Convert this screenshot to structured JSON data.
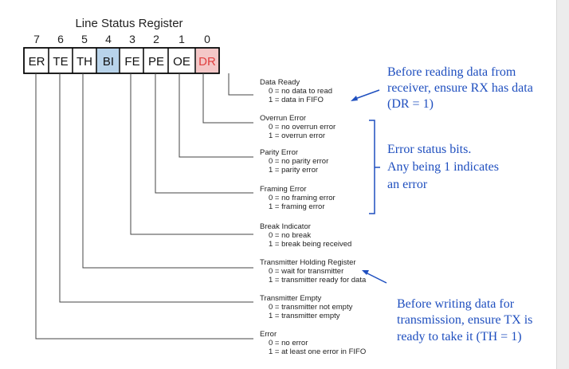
{
  "title": "Line Status Register",
  "colors": {
    "th_fill": "#b8d3ea",
    "dr_fill": "#f4c7c7",
    "dr_text": "#e04040",
    "note_blue": "#1f4fbf"
  },
  "bits": [
    {
      "num": "7",
      "abbr": "ER"
    },
    {
      "num": "6",
      "abbr": "TE"
    },
    {
      "num": "5",
      "abbr": "TH"
    },
    {
      "num": "4",
      "abbr": "BI"
    },
    {
      "num": "3",
      "abbr": "FE"
    },
    {
      "num": "2",
      "abbr": "PE"
    },
    {
      "num": "1",
      "abbr": "OE"
    },
    {
      "num": "0",
      "abbr": "DR"
    }
  ],
  "descriptions": [
    {
      "name": "Data Ready",
      "l0": "0 = no data to read",
      "l1": "1 = data in FIFO"
    },
    {
      "name": "Overrun Error",
      "l0": "0 = no overrun error",
      "l1": "1 = overrun error"
    },
    {
      "name": "Parity Error",
      "l0": "0 = no parity error",
      "l1": "1 = parity error"
    },
    {
      "name": "Framing Error",
      "l0": "0 = no framing error",
      "l1": "1 = framing error"
    },
    {
      "name": "Break Indicator",
      "l0": "0 = no break",
      "l1": "1 = break being received"
    },
    {
      "name": "Transmitter Holding Register",
      "l0": "0 = wait for transmitter",
      "l1": "1 = transmitter ready for data"
    },
    {
      "name": "Transmitter Empty",
      "l0": "0 = transmitter not empty",
      "l1": "1 = transmitter empty"
    },
    {
      "name": "Error",
      "l0": "0 = no error",
      "l1": "1 = at least one error in FIFO"
    }
  ],
  "notes": {
    "read": [
      "Before reading data from",
      "receiver, ensure RX has data",
      "(DR = 1)"
    ],
    "errors": [
      "Error status bits.",
      "Any being 1 indicates",
      "an error"
    ],
    "write": [
      "Before writing data for",
      "transmission, ensure TX is",
      "ready to take it (TH = 1)"
    ]
  }
}
